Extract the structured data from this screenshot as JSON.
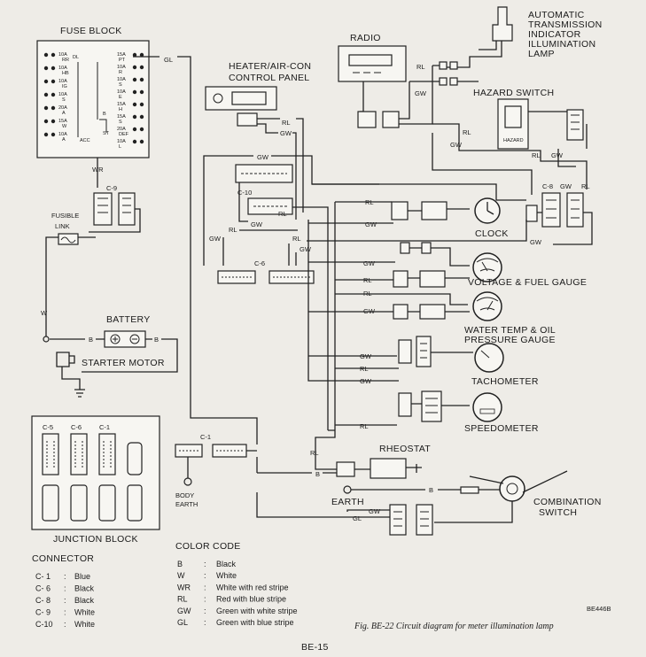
{
  "components": {
    "fuse_block": "FUSE BLOCK",
    "radio": "RADIO",
    "heater_panel_1": "HEATER/AIR-CON",
    "heater_panel_2": "CONTROL  PANEL",
    "at_lamp_1": "AUTOMATIC",
    "at_lamp_2": "TRANSMISSION",
    "at_lamp_3": "INDICATOR",
    "at_lamp_4": "ILLUMINATION",
    "at_lamp_5": "LAMP",
    "hazard_switch": "HAZARD SWITCH",
    "hazard_face": "HAZARD",
    "fusible_link_1": "FUSIBLE",
    "fusible_link_2": "LINK",
    "battery": "BATTERY",
    "starter_motor": "STARTER MOTOR",
    "clock": "CLOCK",
    "voltage_fuel": "VOLTAGE & FUEL GAUGE",
    "water_oil_1": "WATER TEMP & OIL",
    "water_oil_2": "PRESSURE GAUGE",
    "tachometer": "TACHOMETER",
    "speedometer": "SPEEDOMETER",
    "rheostat": "RHEOSTAT",
    "body_earth_1": "BODY",
    "body_earth_2": "EARTH",
    "earth": "EARTH",
    "combination_1": "COMBINATION",
    "combination_2": "SWITCH",
    "junction_block": "JUNCTION BLOCK"
  },
  "connector_labels": {
    "c9": "C-9",
    "c10": "C-10",
    "c6": "C-6",
    "c8": "C-8",
    "c1": "C-1",
    "jb_c5": "C-5",
    "jb_c6": "C-6",
    "jb_c1": "C-1"
  },
  "fuse_labels": {
    "left": [
      "10A",
      "10A",
      "10A",
      "10A",
      "20A",
      "15A",
      "10A"
    ],
    "left_sub": [
      "RR",
      "HB",
      "IG",
      "S",
      "A",
      "W",
      "A"
    ],
    "right": [
      "15A",
      "10A",
      "10A",
      "10A",
      "15A",
      "15A",
      "20A",
      "10A"
    ],
    "right_sub": [
      "PT",
      "R",
      "S",
      "E",
      "H",
      "S",
      "DEF",
      "L"
    ],
    "marks": [
      "DL",
      "ACC",
      "B",
      "ST"
    ]
  },
  "wires": {
    "gl": "GL",
    "wr": "WR",
    "w": "W",
    "b": "B",
    "rl": "RL",
    "gw": "GW"
  },
  "connector_table": {
    "title": "CONNECTOR",
    "rows": [
      {
        "code": "C- 1",
        "color": "Blue"
      },
      {
        "code": "C- 6",
        "color": "Black"
      },
      {
        "code": "C- 8",
        "color": "Black"
      },
      {
        "code": "C- 9",
        "color": "White"
      },
      {
        "code": "C-10",
        "color": "White"
      }
    ]
  },
  "color_code": {
    "title": "COLOR CODE",
    "rows": [
      {
        "code": "B",
        "meaning": "Black"
      },
      {
        "code": "W",
        "meaning": "White"
      },
      {
        "code": "WR",
        "meaning": "White with red stripe"
      },
      {
        "code": "RL",
        "meaning": "Red with blue stripe"
      },
      {
        "code": "GW",
        "meaning": "Green with white stripe"
      },
      {
        "code": "GL",
        "meaning": "Green with blue stripe"
      }
    ]
  },
  "figure_id": "BE446B",
  "caption": "Fig. BE-22  Circuit diagram for meter illumination lamp",
  "page_number": "BE-15"
}
